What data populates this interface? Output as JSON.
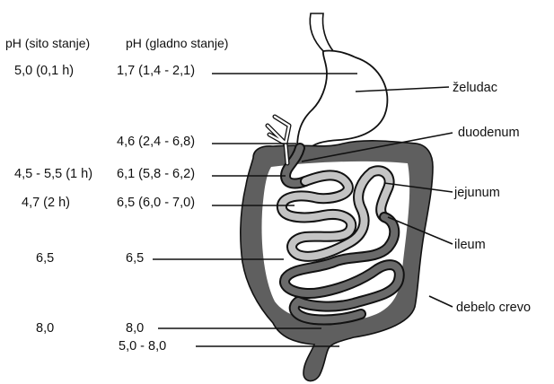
{
  "headers": {
    "fed": "pH (sito stanje)",
    "fasted": "pH (gladno stanje)"
  },
  "rows": [
    {
      "fed": "5,0 (0,1 h)",
      "fasted": "1,7 (1,4 - 2,1)"
    },
    {
      "fed": "",
      "fasted": "4,6 (2,4 - 6,8)"
    },
    {
      "fed": "4,5 - 5,5 (1 h)",
      "fasted": "6,1 (5,8 - 6,2)"
    },
    {
      "fed": "4,7 (2 h)",
      "fasted": "6,5 (6,0 - 7,0)"
    },
    {
      "fed": "6,5",
      "fasted": "6,5"
    },
    {
      "fed": "8,0",
      "fasted": "8,0"
    },
    {
      "fed": "",
      "fasted": "5,0 - 8,0"
    }
  ],
  "organs": {
    "stomach": "želudac",
    "duodenum": "duodenum",
    "jejunum": "jejunum",
    "ileum": "ileum",
    "colon": "debelo crevo"
  },
  "colors": {
    "colon_fill": "#5f5f5f",
    "small_intestine_dark": "#6a6a6a",
    "jejunum_light": "#c4c4c4",
    "outline": "#111111"
  }
}
